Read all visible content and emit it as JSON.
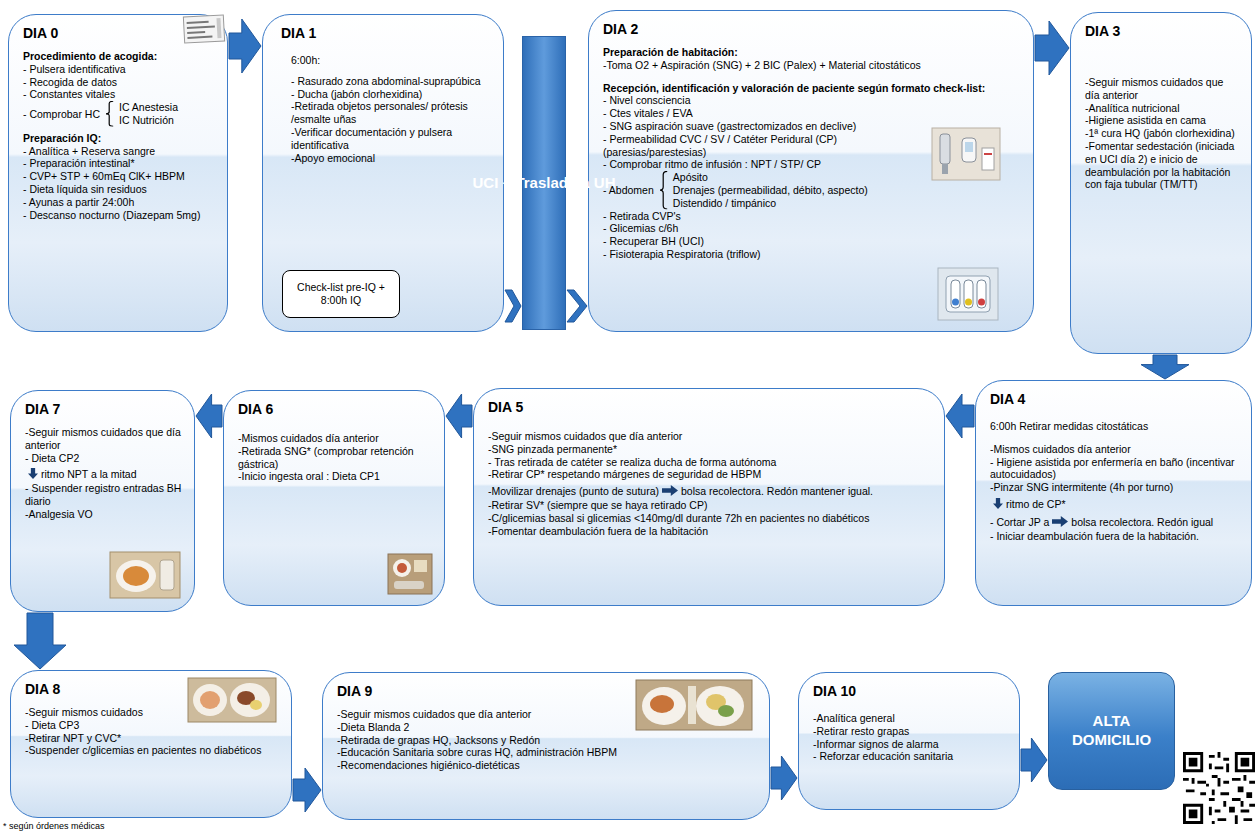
{
  "diagram": {
    "nodes": [
      {
        "text": [
          "DIA 0",
          "Procedimiento de acogida:",
          "- Pulsera identificativa",
          "- Recogida de datos",
          "- Constantes vitales",
          "- Comprobar HC",
          "IC Anestesia",
          "IC Nutrición",
          "Preparación IQ:",
          "- Analítica + Reserva sangre",
          "- Preparación intestinal*",
          "- CVP+ STP + 60mEq ClK+ HBPM",
          "- Dieta líquida sin residuos",
          "- Ayunas a partir 24:00h",
          "- Descanso nocturno (Diazepam 5mg)"
        ]
      },
      {
        "text": [
          "DIA 1",
          "6:00h:",
          "- Rasurado zona abdominal-suprapúbica",
          "- Ducha (jabón clorhexidina)",
          "-Retirada objetos personales/ prótesis /esmalte uñas",
          "-Verificar documentación y pulsera identificativa",
          "-Apoyo emocional"
        ]
      },
      {
        "text": [
          "Check-list pre-IQ + 8:00h IQ"
        ],
        "in": 1
      },
      {
        "text": [
          "UCI + Traslado a UH"
        ]
      },
      {
        "text": [
          "DIA 2",
          "Preparación de habitación:",
          "-Toma O2 + Aspiración (SNG) + 2 BIC (Palex) + Material citostáticos",
          "Recepción, identificación y valoración de paciente según formato check-list:",
          "- Nivel consciencia",
          "- Ctes vitales / EVA",
          "- SNG aspiración suave (gastrectomizados en declive)",
          "- Permeabilidad CVC / SV / Catéter Peridural (CP) (paresias/parestesias)",
          "- Comprobar ritmo de infusión : NPT / STP/ CP",
          "- Abdomen",
          "Apósito",
          "Drenajes (permeabilidad, débito, aspecto)",
          "Distendido / timpánico",
          "- Retirada CVP's",
          "- Glicemias c/6h",
          "- Recuperar BH (UCI)",
          "- Fisioterapia Respiratoria (triflow)"
        ]
      },
      {
        "text": [
          "DIA 3",
          "-Seguir mismos cuidados que día anterior",
          "-Analítica nutricional",
          "-Higiene asistida en cama",
          "-1ª cura HQ (jabón clorhexidina)",
          "-Fomentar sedestación (iniciada en UCI día 2) e inicio de deambulación por la habitación con faja tubular (TM/TT)"
        ]
      },
      {
        "text": [
          "DIA 4",
          "6:00h Retirar medidas citostáticas",
          "-Mismos cuidados día anterior",
          "- Higiene asistida por enfermería en baño (incentivar autocuidados)",
          "-Pinzar SNG intermitente (4h por turno)",
          "ritmo de CP*",
          "- Cortar JP a",
          "bolsa recolectora. Redón igual",
          "- Iniciar deambulación fuera de la habitación."
        ]
      },
      {
        "text": [
          "DIA 5",
          "-Seguir mismos cuidados que día anterior",
          "-SNG pinzada permanente*",
          "- Tras retirada de catéter se realiza ducha de forma autónoma",
          "-Retirar CP* respetando márgenes de seguridad de HBPM",
          "-Movilizar drenajes (punto de sutura)",
          "bolsa recolectora. Redón mantener igual.",
          "-Retirar SV* (siempre que se haya retirado CP)",
          "-C/glicemias basal si glicemias <140mg/dl durante 72h en pacientes no diabéticos",
          "-Fomentar deambulación fuera de la habitación"
        ]
      },
      {
        "text": [
          "DIA 6",
          "-Mismos cuidados día anterior",
          "-Retirada SNG* (comprobar retención gástrica)",
          "-Inicio ingesta oral : Dieta CP1"
        ]
      },
      {
        "text": [
          "DIA 7",
          "-Seguir mismos cuidados que día anterior",
          "- Dieta CP2",
          "ritmo NPT a la mitad",
          "- Suspender registro entradas BH diario",
          "-Analgesia VO"
        ]
      },
      {
        "text": [
          "DIA 8",
          "-Seguir mismos cuidados",
          "- Dieta CP3",
          "-Retirar NPT y CVC*",
          "-Suspender c/glicemias en pacientes no diabéticos"
        ]
      },
      {
        "text": [
          "DIA 9",
          "-Seguir mismos cuidados que día anterior",
          "-Dieta Blanda 2",
          "-Retirada de grapas HQ, Jacksons y Redón",
          "-Educación Sanitaria sobre curas HQ, administración HBPM",
          "-Recomendaciones higiénico-dietéticas"
        ]
      },
      {
        "text": [
          "DIA 10",
          "-Analítica general",
          "-Retirar resto grapas",
          "-Informar signos de alarma",
          "- Reforzar educación sanitaria"
        ]
      },
      {
        "text": [
          "ALTA DOMICILIO"
        ]
      }
    ],
    "edges": [
      {
        "from": 0,
        "to": 1,
        "arrow": "to"
      },
      {
        "from": 1,
        "to": 3,
        "arrow": "to"
      },
      {
        "from": 3,
        "to": 4,
        "arrow": "to"
      },
      {
        "from": 4,
        "to": 5,
        "arrow": "to"
      },
      {
        "from": 5,
        "to": 6,
        "arrow": "to"
      },
      {
        "from": 6,
        "to": 7,
        "arrow": "to"
      },
      {
        "from": 7,
        "to": 8,
        "arrow": "to"
      },
      {
        "from": 8,
        "to": 9,
        "arrow": "to"
      },
      {
        "from": 9,
        "to": 10,
        "arrow": "to"
      },
      {
        "from": 10,
        "to": 11,
        "arrow": "to"
      },
      {
        "from": 11,
        "to": 12,
        "arrow": "to"
      },
      {
        "from": 12,
        "to": 13,
        "arrow": "to"
      }
    ],
    "labels": [
      "* según órdenes médicas"
    ]
  }
}
